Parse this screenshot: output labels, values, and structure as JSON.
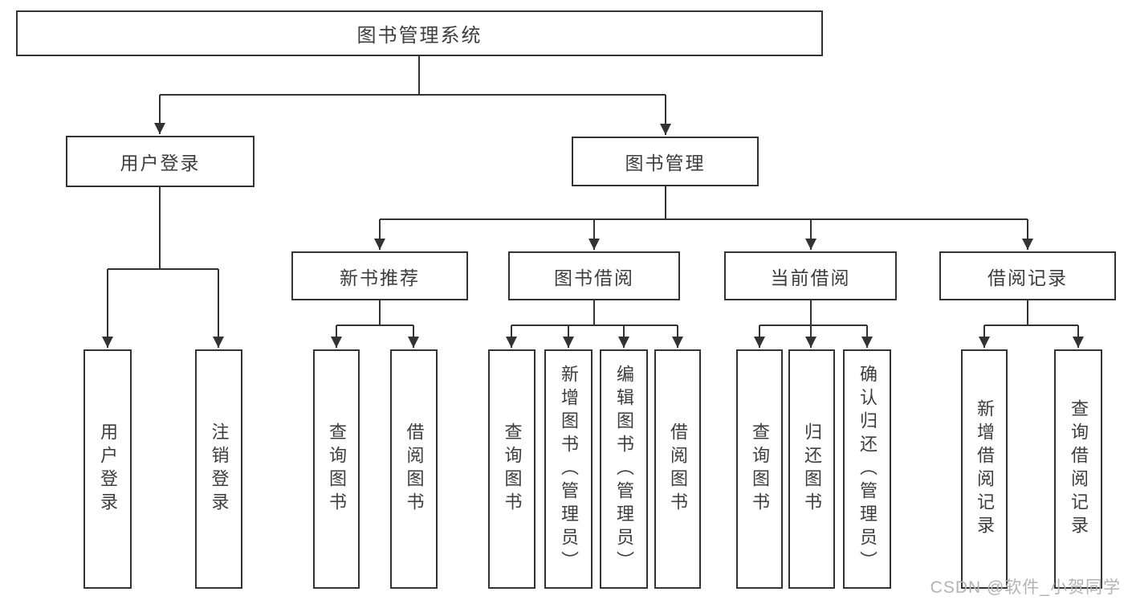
{
  "root": {
    "label": "图书管理系统"
  },
  "branches": {
    "user_login": {
      "label": "用户登录",
      "children": [
        {
          "label": "用户登录"
        },
        {
          "label": "注销登录"
        }
      ]
    },
    "book_mgmt": {
      "label": "图书管理",
      "sections": [
        {
          "label": "新书推荐",
          "children": [
            {
              "label": "查询图书"
            },
            {
              "label": "借阅图书"
            }
          ]
        },
        {
          "label": "图书借阅",
          "children": [
            {
              "label": "查询图书"
            },
            {
              "label": "新增图书（管理员）"
            },
            {
              "label": "编辑图书（管理员）"
            },
            {
              "label": "借阅图书"
            }
          ]
        },
        {
          "label": "当前借阅",
          "children": [
            {
              "label": "查询图书"
            },
            {
              "label": "归还图书"
            },
            {
              "label": "确认归还（管理员）"
            }
          ]
        },
        {
          "label": "借阅记录",
          "children": [
            {
              "label": "新增借阅记录"
            },
            {
              "label": "查询借阅记录"
            }
          ]
        }
      ]
    }
  },
  "watermark": "CSDN @软件_小贺同学",
  "colors": {
    "line": "#333333",
    "text": "#3d3d3d",
    "box_background": "#ffffff",
    "watermark": "#b3b3b3"
  }
}
